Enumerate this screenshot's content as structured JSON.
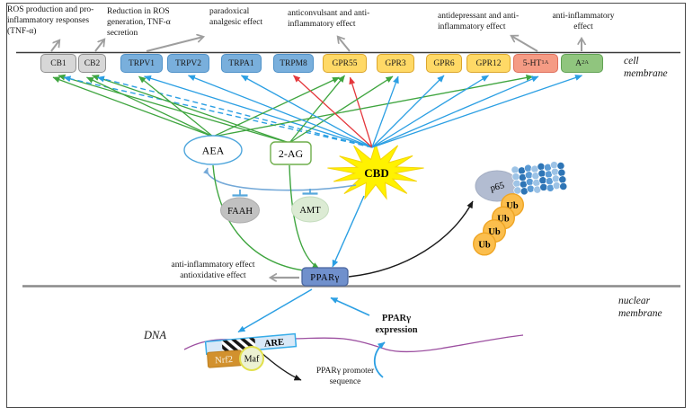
{
  "membrane": {
    "cell_label": "cell membrane",
    "nuclear_label": "nuclear membrane"
  },
  "annotations": {
    "cb1_effect": "ROS production and pro-inflammatory responses (TNF-α)",
    "cb2_effect": "Reduction in ROS generation,  TNF-α secretion",
    "trpv1_effect": "paradoxical analgesic effect",
    "gpr55_effect": "anticonvulsant and anti-inflammatory effect",
    "ht1a_effect": "antidepressant and anti-inflammatory effect",
    "a2a_effect": "anti-inflammatory effect",
    "pparg_effect_line1": "anti-inflammatory effect",
    "pparg_effect_line2": "antioxidative effect",
    "pparg_expression_line1": "PPARγ",
    "pparg_expression_line2": "expression",
    "promoter_label": "PPARγ promoter sequence",
    "dna_label": "DNA"
  },
  "receptors": [
    {
      "id": "CB1",
      "label": "CB1",
      "sub": "",
      "color": "gray"
    },
    {
      "id": "CB2",
      "label": "CB2",
      "sub": "",
      "color": "gray"
    },
    {
      "id": "TRPV1",
      "label": "TRPV1",
      "sub": "",
      "color": "blue"
    },
    {
      "id": "TRPV2",
      "label": "TRPV2",
      "sub": "",
      "color": "blue"
    },
    {
      "id": "TRPA1",
      "label": "TRPA1",
      "sub": "",
      "color": "blue"
    },
    {
      "id": "TRPM8",
      "label": "TRPM8",
      "sub": "",
      "color": "blue"
    },
    {
      "id": "GPR55",
      "label": "GPR55",
      "sub": "",
      "color": "orange"
    },
    {
      "id": "GPR3",
      "label": "GPR3",
      "sub": "",
      "color": "orange"
    },
    {
      "id": "GPR6",
      "label": "GPR6",
      "sub": "",
      "color": "orange"
    },
    {
      "id": "GPR12",
      "label": "GPR12",
      "sub": "",
      "color": "orange"
    },
    {
      "id": "5-HT1A",
      "label": "5-HT",
      "sub": "1A",
      "color": "salmon"
    },
    {
      "id": "A2A",
      "label": "A",
      "sub": "2A",
      "color": "green"
    }
  ],
  "nodes": {
    "aea": "AEA",
    "ag2": "2-AG",
    "cbd": "CBD",
    "faah": "FAAH",
    "amt": "AMT",
    "pparg": "PPARγ",
    "p65": "p65",
    "are": "ARE",
    "nrf2": "Nrf2",
    "maf": "Maf",
    "ub": "Ub"
  },
  "ub_chain": [
    "Ub",
    "Ub",
    "Ub",
    "Ub"
  ],
  "edges": [
    {
      "from": "AEA",
      "to": "CB1",
      "style": "endocannabinoid"
    },
    {
      "from": "AEA",
      "to": "CB2",
      "style": "endocannabinoid"
    },
    {
      "from": "AEA",
      "to": "TRPV1",
      "style": "endocannabinoid"
    },
    {
      "from": "AEA",
      "to": "GPR55",
      "style": "endocannabinoid"
    },
    {
      "from": "AEA",
      "to": "5-HT1A",
      "style": "endocannabinoid"
    },
    {
      "from": "2-AG",
      "to": "CB1",
      "style": "endocannabinoid"
    },
    {
      "from": "2-AG",
      "to": "CB2",
      "style": "endocannabinoid"
    },
    {
      "from": "2-AG",
      "to": "GPR55",
      "style": "endocannabinoid"
    },
    {
      "from": "2-AG",
      "to": "GPR3",
      "style": "endocannabinoid"
    },
    {
      "from": "CBD",
      "to": "CB1",
      "style": "cbd_dashed"
    },
    {
      "from": "CBD",
      "to": "CB2",
      "style": "cbd_dashed"
    },
    {
      "from": "CBD",
      "to": "TRPV1",
      "style": "cbd"
    },
    {
      "from": "CBD",
      "to": "TRPV2",
      "style": "cbd"
    },
    {
      "from": "CBD",
      "to": "TRPA1",
      "style": "cbd"
    },
    {
      "from": "CBD",
      "to": "TRPM8",
      "style": "cbd_antagonist"
    },
    {
      "from": "CBD",
      "to": "GPR55",
      "style": "cbd_antagonist"
    },
    {
      "from": "CBD",
      "to": "GPR3",
      "style": "cbd"
    },
    {
      "from": "CBD",
      "to": "GPR6",
      "style": "cbd"
    },
    {
      "from": "CBD",
      "to": "GPR12",
      "style": "cbd"
    },
    {
      "from": "CBD",
      "to": "5-HT1A",
      "style": "cbd"
    },
    {
      "from": "CBD",
      "to": "A2A",
      "style": "cbd"
    }
  ],
  "colors": {
    "boxes": {
      "gray": {
        "fill": "#D7D7D7",
        "border": "#8F8F8F"
      },
      "blue": {
        "fill": "#79AFDC",
        "border": "#4E91C8"
      },
      "orange": {
        "fill": "#FFD966",
        "border": "#DCA62B"
      },
      "salmon": {
        "fill": "#F59B84",
        "border": "#DF6F5C"
      },
      "green": {
        "fill": "#90C57E",
        "border": "#61A254"
      }
    },
    "edges": {
      "endocannabinoid": "#3FA53F",
      "cbd": "#2B9FE3",
      "cbd_antagonist": "#E4373C",
      "inhibition": "#74A9D8",
      "annotation_arrow": "#9E9E9E"
    },
    "cbd_star": "#FFF200",
    "pparg_box": "#7090CC",
    "p65_fill": "#B2BCD1",
    "ub_fill": "#FBBE4D",
    "dna_line": "#9C4FA0",
    "are_fill": "#D9E9F8",
    "are_border": "#36ACE8",
    "nrf2_fill": "#D2912E",
    "maf_fill": "#EDF2D3"
  }
}
